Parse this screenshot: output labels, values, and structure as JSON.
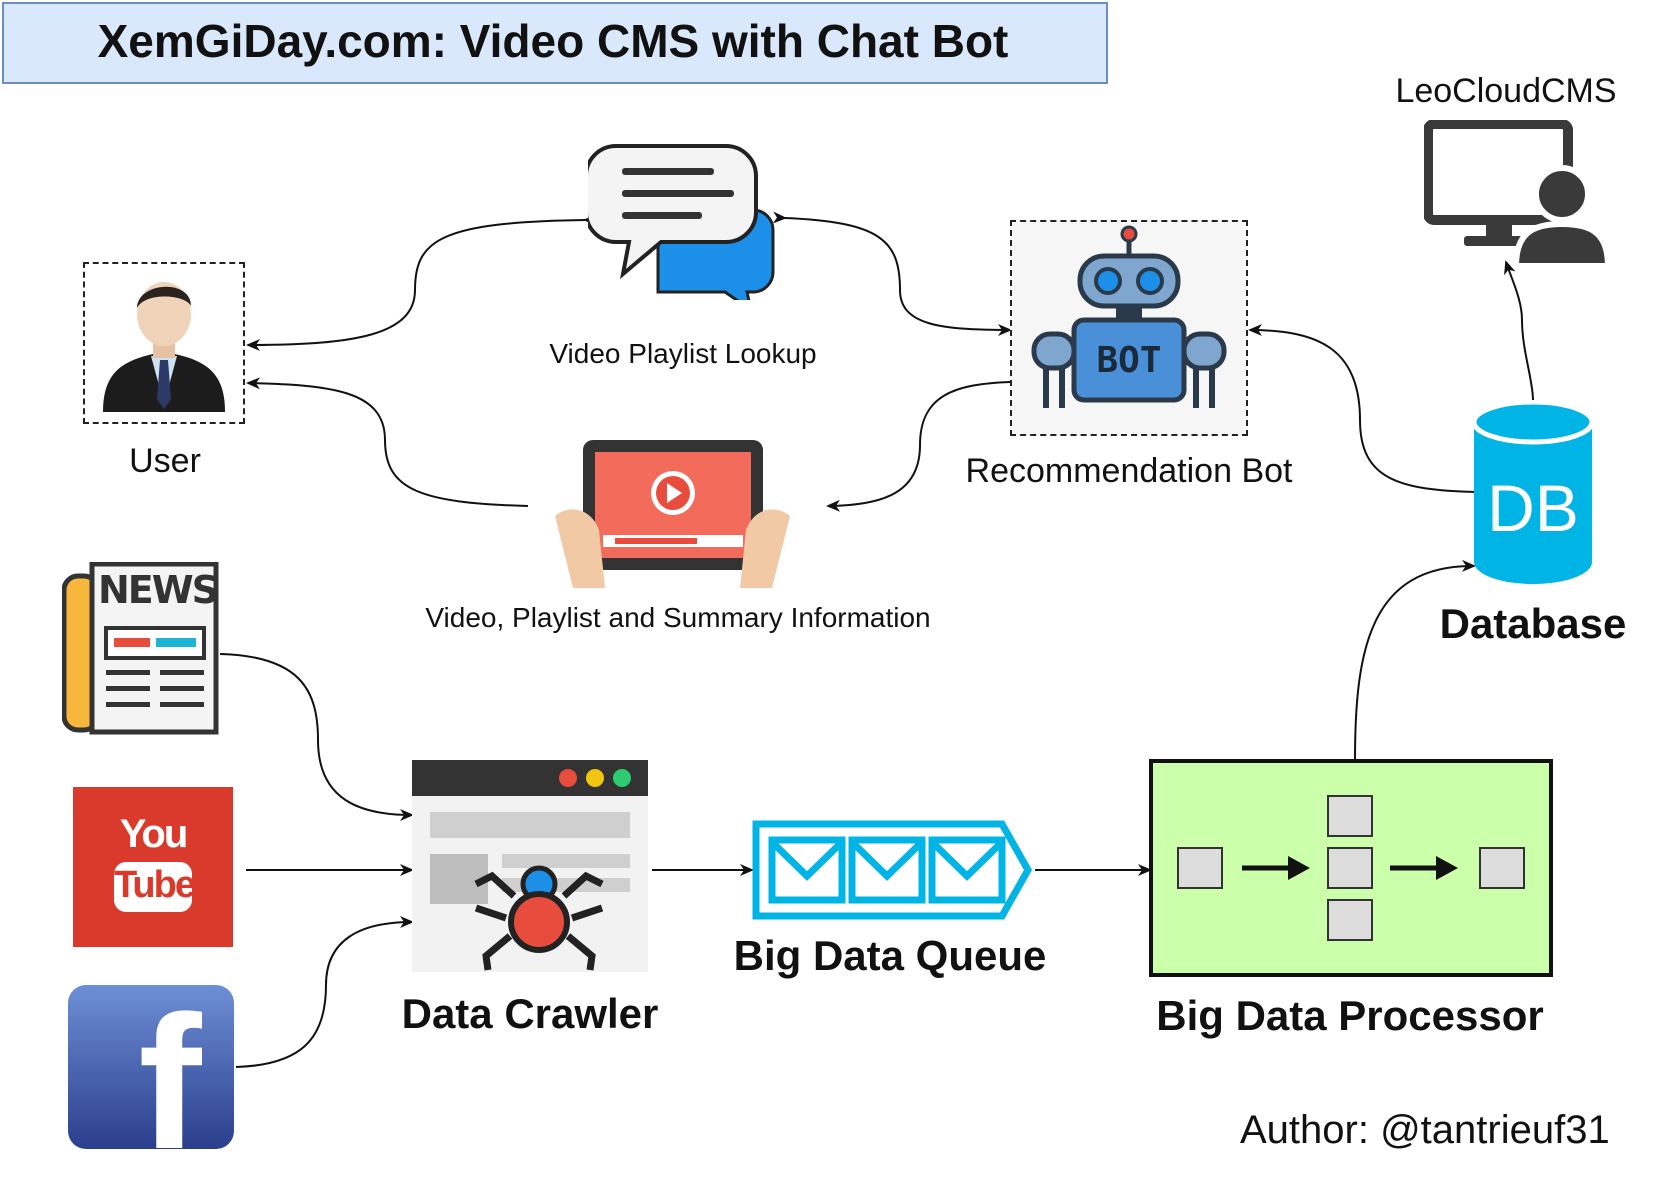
{
  "title": "XemGiDay.com: Video CMS with Chat Bot",
  "nodes": {
    "user": "User",
    "video_playlist_lookup": "Video Playlist Lookup",
    "video_info": "Video, Playlist and Summary Information",
    "recommendation_bot": "Recommendation Bot",
    "leocloudcms": "LeoCloudCMS",
    "database": "Database",
    "data_crawler": "Data Crawler",
    "big_data_queue": "Big Data Queue",
    "big_data_processor": "Big Data Processor"
  },
  "icon_text": {
    "bot_badge": "BOT",
    "db_label": "DB",
    "news": "NEWS",
    "youtube_top": "You",
    "youtube_bottom": "Tube",
    "facebook": "f"
  },
  "author": "Author: @tantrieuf31",
  "colors": {
    "title_fill": "#dae8fc",
    "title_border": "#6c8ebf",
    "processor_fill": "#ccffaa",
    "queue_stroke": "#00b4e6",
    "db_fill": "#00b4e6",
    "youtube_red": "#d93a2b",
    "facebook_blue": "#3b5998"
  }
}
